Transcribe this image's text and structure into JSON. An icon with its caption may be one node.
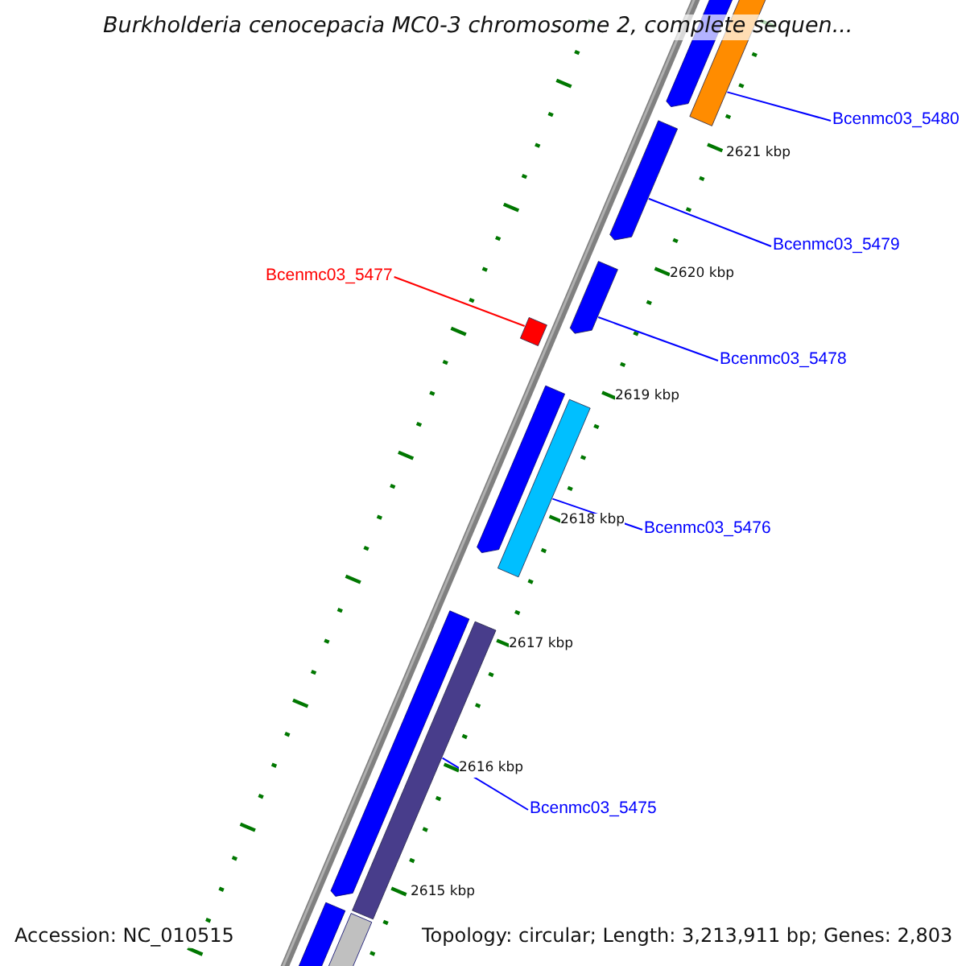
{
  "diagram": {
    "title": "Burkholderia cenocepacia MC0-3 chromosome 2, complete sequen...",
    "nodes": [
      {
        "text": [
          "Bcenmc03_5480"
        ]
      },
      {
        "text": [],
        "shape": "bar"
      },
      {
        "text": [
          "Bcenmc03_5479"
        ]
      },
      {
        "text": [],
        "shape": "bar"
      },
      {
        "text": [
          "Bcenmc03_5477"
        ]
      },
      {
        "text": [],
        "shape": "bar"
      },
      {
        "text": [
          "Bcenmc03_5478"
        ]
      },
      {
        "text": [],
        "shape": "bar"
      },
      {
        "text": [
          "Bcenmc03_5476"
        ]
      },
      {
        "text": [],
        "shape": "bar"
      },
      {
        "text": [
          "Bcenmc03_5475"
        ]
      },
      {
        "text": [],
        "shape": "bar"
      }
    ],
    "edges": [
      {
        "from": 0,
        "to": 1,
        "arrow": "none"
      },
      {
        "from": 2,
        "to": 3,
        "arrow": "none"
      },
      {
        "from": 4,
        "to": 5,
        "arrow": "none",
        "color": "#ff0000"
      },
      {
        "from": 6,
        "to": 7,
        "arrow": "none"
      },
      {
        "from": 8,
        "to": 9,
        "arrow": "none"
      },
      {
        "from": 10,
        "to": 11,
        "arrow": "none"
      }
    ],
    "labels": [
      "2621 kbp",
      "2620 kbp",
      "2619 kbp",
      "2618 kbp",
      "2617 kbp",
      "2616 kbp",
      "2615 kbp",
      "Accession: NC_010515",
      "Topology: circular; Length: 3,213,911 bp; Genes: 2,803"
    ]
  }
}
